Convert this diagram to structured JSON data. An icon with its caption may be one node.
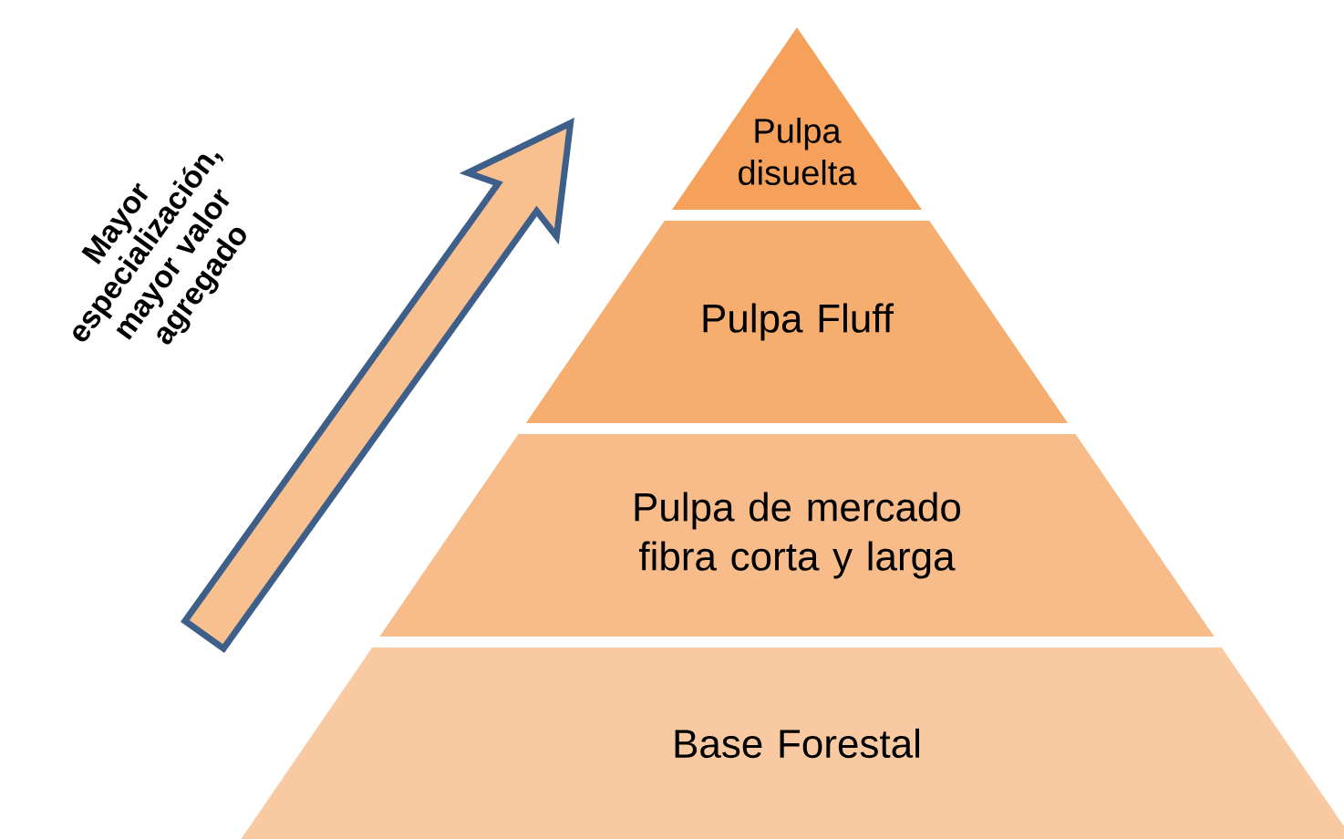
{
  "diagram": {
    "nodes": [
      {
        "text": [
          "Pulpa disuelta"
        ]
      },
      {
        "text": [
          "Pulpa Fluff"
        ]
      },
      {
        "text": [
          "Pulpa de mercado fibra corta y larga"
        ]
      },
      {
        "text": [
          "Base Forestal"
        ]
      }
    ],
    "labels": [
      "Mayor especialización, mayor valor agregado"
    ]
  }
}
